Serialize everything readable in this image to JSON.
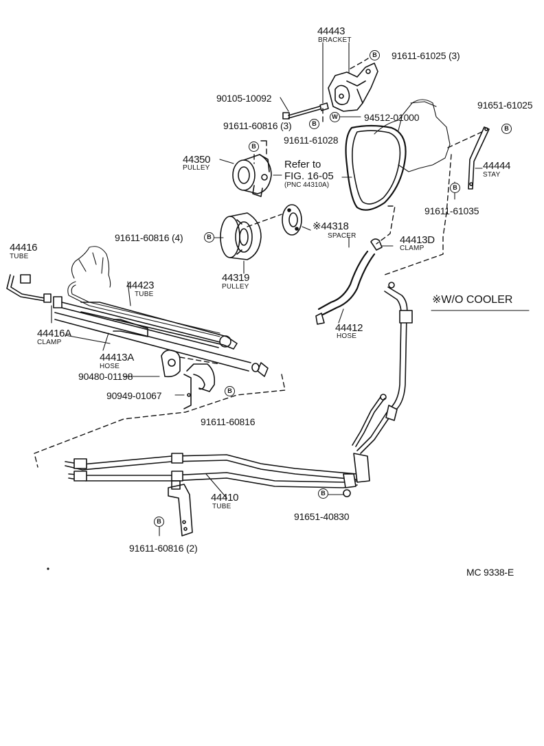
{
  "parts": {
    "p44443": {
      "number": "44443",
      "name": "BRACKET"
    },
    "p91611_61025": {
      "number": "91611-61025 (3)",
      "badge": "B"
    },
    "p90105_10092": {
      "number": "90105-10092"
    },
    "p94512_01000": {
      "number": "94512-01000",
      "badge": "W"
    },
    "p91611_60816_3": {
      "number": "91611-60816 (3)",
      "badge": "B"
    },
    "p91611_61028": {
      "number": "91611-61028",
      "badge": "B"
    },
    "p91651_61025": {
      "number": "91651-61025",
      "badge": "B"
    },
    "p44350": {
      "number": "44350",
      "name": "PULLEY"
    },
    "p44444": {
      "number": "44444",
      "name": "STAY"
    },
    "p91611_61035": {
      "number": "91611-61035",
      "badge": "B"
    },
    "p91611_60816_4": {
      "number": "91611-60816 (4)",
      "badge": "B"
    },
    "p44318": {
      "number": "※44318",
      "name": "SPACER"
    },
    "p44413D": {
      "number": "44413D",
      "name": "CLAMP"
    },
    "p44319": {
      "number": "44319",
      "name": "PULLEY"
    },
    "p44416": {
      "number": "44416",
      "name": "TUBE"
    },
    "p44423": {
      "number": "44423",
      "name": "TUBE"
    },
    "p44416A": {
      "number": "44416A",
      "name": "CLAMP"
    },
    "p44412": {
      "number": "44412",
      "name": "HOSE"
    },
    "p44413A": {
      "number": "44413A",
      "name": "HOSE"
    },
    "p90480_01198": {
      "number": "90480-01198"
    },
    "p90949_01067": {
      "number": "90949-01067"
    },
    "p91611_60816": {
      "number": "91611-60816",
      "badge": "B"
    },
    "p44410": {
      "number": "44410",
      "name": "TUBE"
    },
    "p91651_40830": {
      "number": "91651-40830",
      "badge": "B"
    },
    "p91611_60816_2": {
      "number": "91611-60816 (2)",
      "badge": "B"
    }
  },
  "reference": {
    "line1": "Refer to",
    "line2": "FIG. 16-05",
    "line3": "(PNC 44310A)"
  },
  "note": "※W/O COOLER",
  "code": "MC  9338-E"
}
